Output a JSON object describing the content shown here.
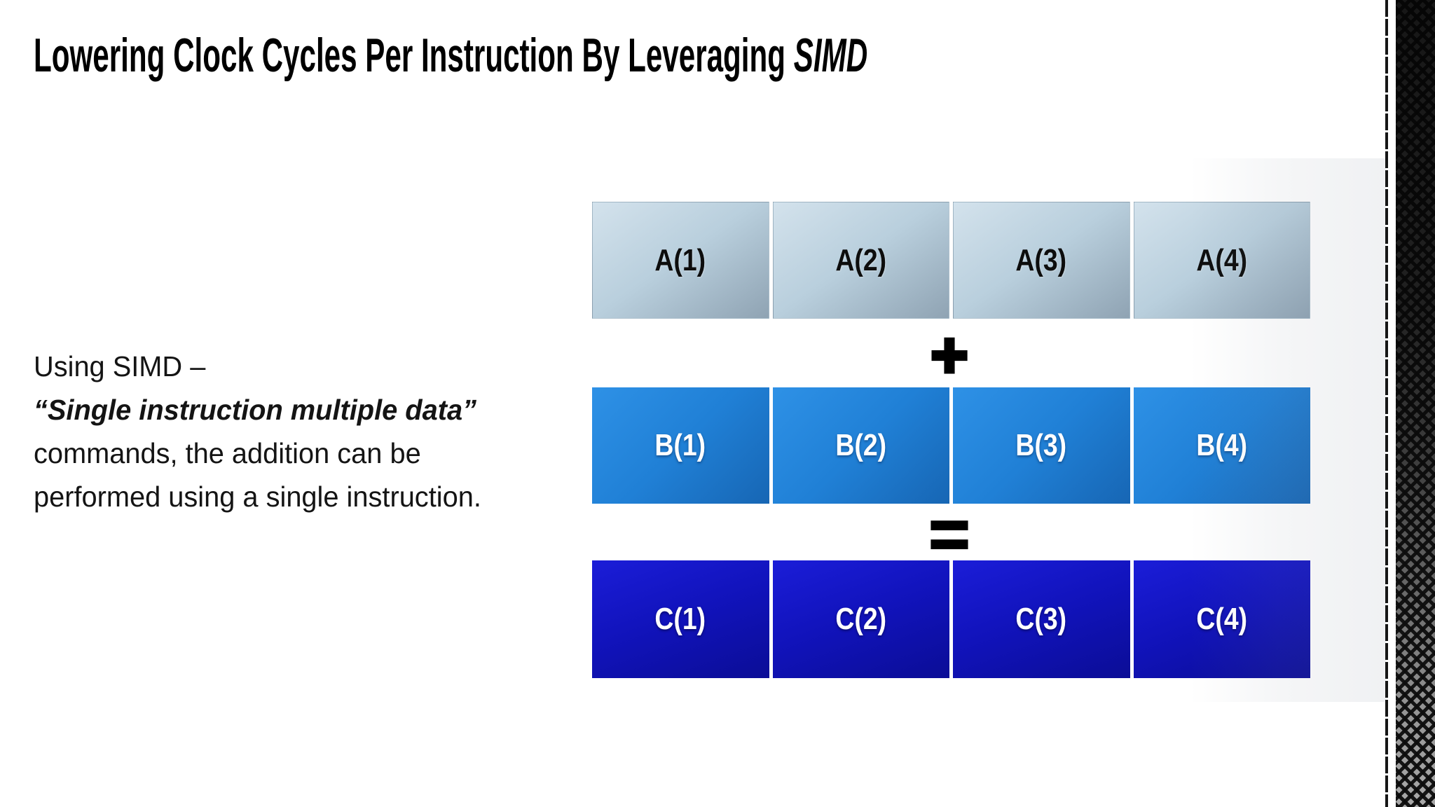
{
  "title": {
    "regular": "Lowering Clock Cycles Per Instruction By Leveraging ",
    "italic": "SIMD"
  },
  "paragraph": {
    "lines": [
      "Using SIMD –",
      "“Single instruction multiple data”",
      "commands, the addition can be",
      "performed using a single instruction."
    ]
  },
  "operators": {
    "plus": "+",
    "equals": "="
  },
  "vectors": {
    "a": [
      "A(1)",
      "A(2)",
      "A(3)",
      "A(4)"
    ],
    "b": [
      "B(1)",
      "B(2)",
      "B(3)",
      "B(4)"
    ],
    "c": [
      "C(1)",
      "C(2)",
      "C(3)",
      "C(4)"
    ]
  },
  "colors": {
    "a_light": "#d3e2ec",
    "a_mid": "#b9cfdd",
    "a_dark": "#8fa3b3",
    "b_light": "#2e91e6",
    "b_mid": "#2080d6",
    "b_dark": "#1766b4",
    "c_light": "#1b1dd8",
    "c_mid": "#1113bb",
    "c_dark": "#0b0d96",
    "text_dark": "#0d0d0d",
    "text_light": "#ffffff",
    "texture_dark": "#141414",
    "texture_light": "#b8b8b8"
  }
}
